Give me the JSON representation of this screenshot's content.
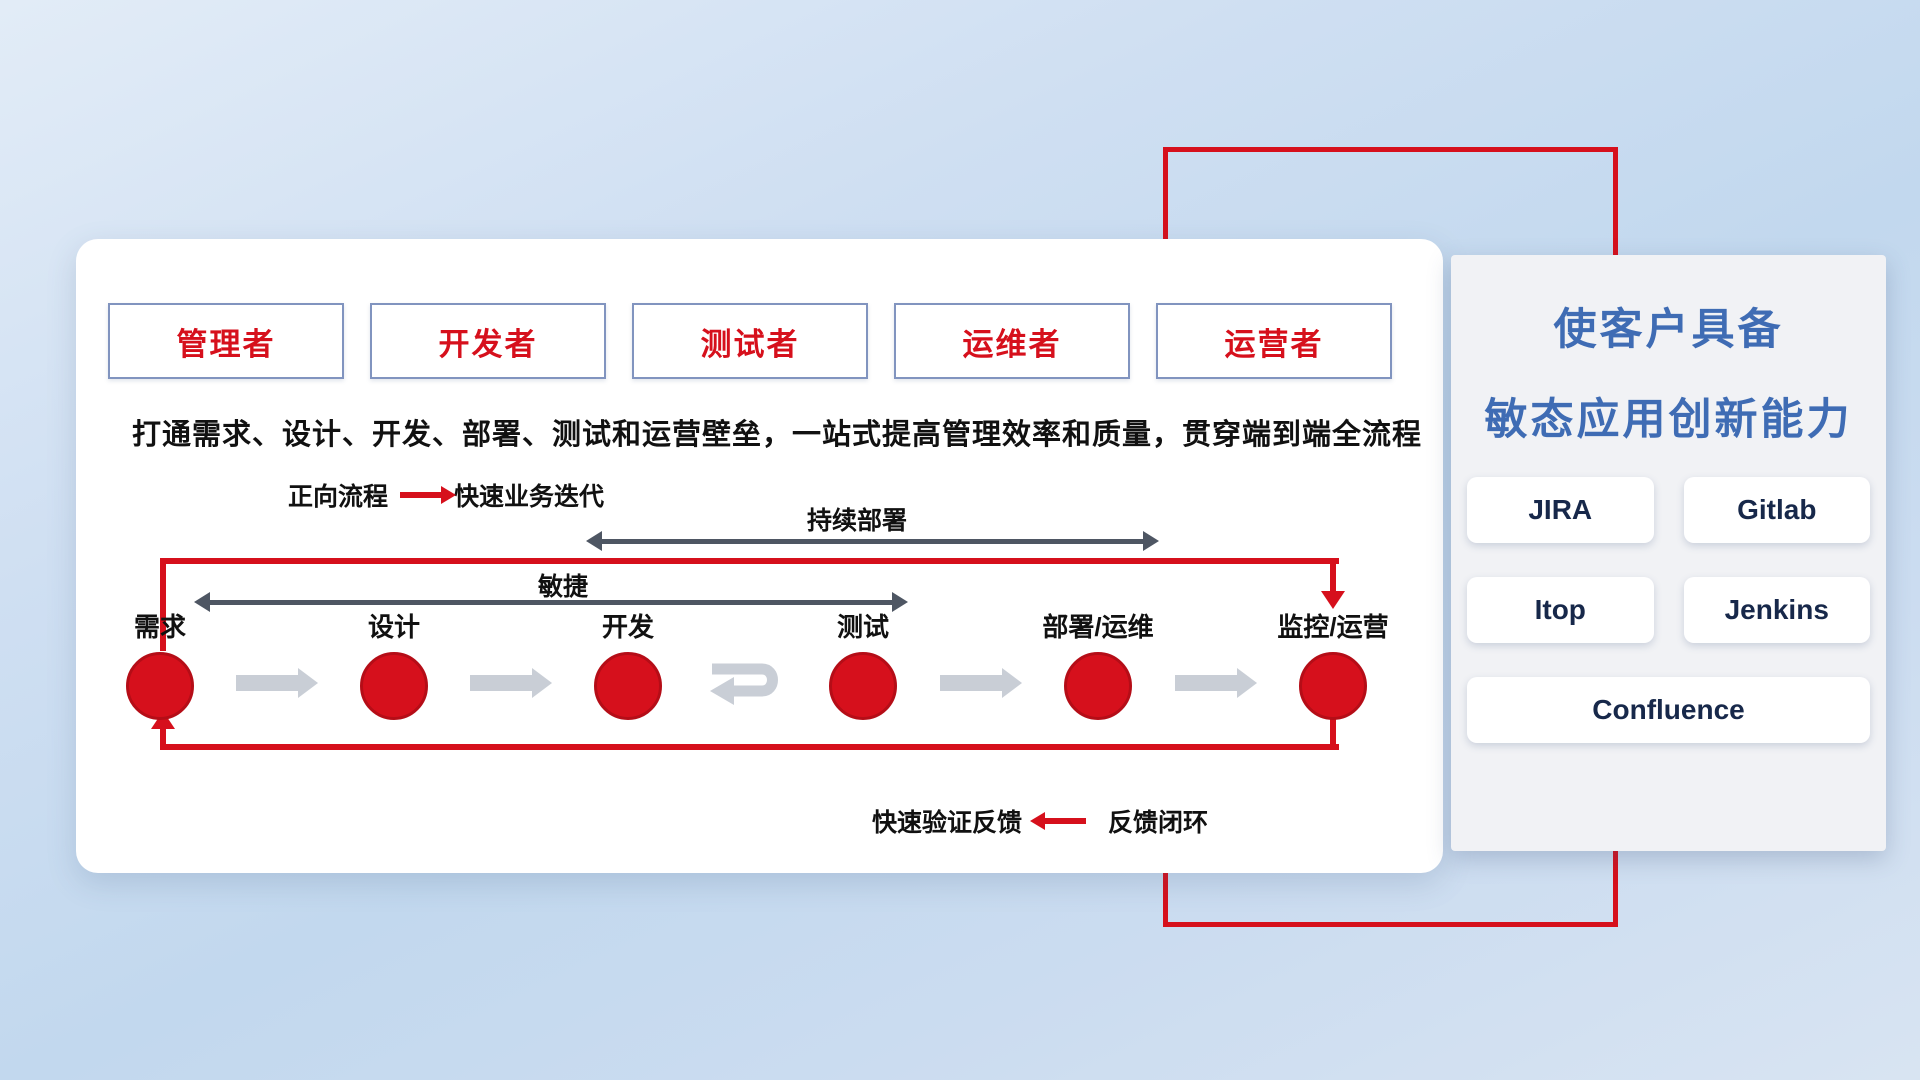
{
  "main": {
    "roles": [
      "管理者",
      "开发者",
      "测试者",
      "运维者",
      "运营者"
    ],
    "subtitle": "打通需求、设计、开发、部署、测试和运营壁垒，一站式提高管理效率和质量，贯穿端到端全流程",
    "legend": {
      "forward_label": "正向流程",
      "forward_desc": "快速业务迭代"
    },
    "arrows": {
      "continuous_deploy": "持续部署",
      "agile": "敏捷"
    },
    "stages": [
      "需求",
      "设计",
      "开发",
      "测试",
      "部署/运维",
      "监控/运营"
    ],
    "feedback": {
      "label": "快速验证反馈",
      "desc": "反馈闭环"
    }
  },
  "panel": {
    "title1": "使客户具备",
    "title2": "敏态应用创新能力",
    "tools": [
      "JIRA",
      "Gitlab",
      "Itop",
      "Jenkins",
      "Confluence"
    ]
  },
  "colors": {
    "accent_red": "#d6101c",
    "title_blue": "#3f6cb4",
    "dark_arrow": "#4e5663",
    "gray_arrow": "#c9ced6"
  }
}
